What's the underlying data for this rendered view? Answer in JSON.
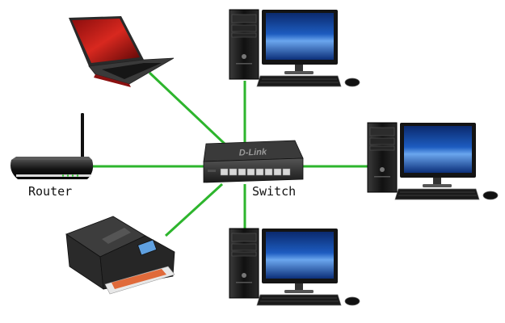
{
  "diagram": {
    "labels": {
      "router": "Router",
      "switch": "Switch"
    },
    "switch_brand": "D-Link",
    "colors": {
      "link": "#2db52d",
      "background": "#ffffff"
    },
    "devices": [
      {
        "name": "laptop",
        "icon": "laptop-icon",
        "label": ""
      },
      {
        "name": "desktop-top",
        "icon": "desktop-computer-icon",
        "label": ""
      },
      {
        "name": "router",
        "icon": "wireless-router-icon",
        "label": "Router"
      },
      {
        "name": "switch",
        "icon": "network-switch-icon",
        "label": "Switch"
      },
      {
        "name": "desktop-right",
        "icon": "desktop-computer-icon",
        "label": ""
      },
      {
        "name": "printer",
        "icon": "printer-icon",
        "label": ""
      },
      {
        "name": "desktop-bottom",
        "icon": "desktop-computer-icon",
        "label": ""
      }
    ],
    "connections": [
      {
        "from": "switch",
        "to": "laptop"
      },
      {
        "from": "switch",
        "to": "desktop-top"
      },
      {
        "from": "switch",
        "to": "router"
      },
      {
        "from": "switch",
        "to": "desktop-right"
      },
      {
        "from": "switch",
        "to": "printer"
      },
      {
        "from": "switch",
        "to": "desktop-bottom"
      }
    ]
  }
}
